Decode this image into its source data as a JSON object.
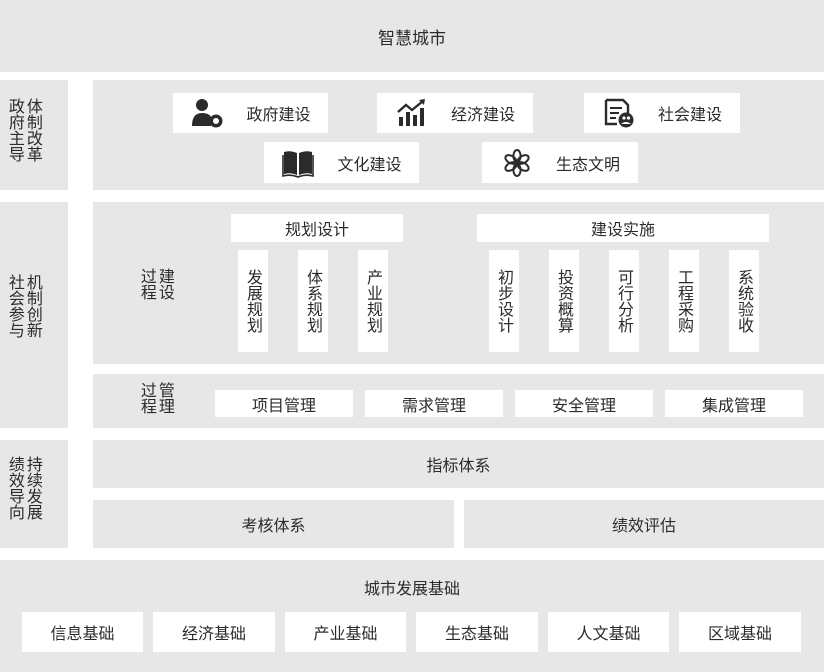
{
  "title": "智慧城市",
  "row1": {
    "side_label": "体制改革政府主导",
    "cards": [
      {
        "label": "政府建设",
        "icon": "government-person-icon"
      },
      {
        "label": "经济建设",
        "icon": "growth-chart-icon"
      },
      {
        "label": "社会建设",
        "icon": "community-document-icon"
      },
      {
        "label": "文化建设",
        "icon": "open-book-icon"
      },
      {
        "label": "生态文明",
        "icon": "ecology-flower-icon"
      }
    ]
  },
  "row2": {
    "side_label": "机制创新社会参与",
    "build_process_label": "建设过程",
    "planning": {
      "header": "规划设计",
      "items": [
        "发展规划",
        "体系规划",
        "产业规划"
      ]
    },
    "implementation": {
      "header": "建设实施",
      "items": [
        "初步设计",
        "投资概算",
        "可行分析",
        "工程采购",
        "系统验收"
      ]
    },
    "manage_process_label": "管理过程",
    "management": [
      "项目管理",
      "需求管理",
      "安全管理",
      "集成管理"
    ]
  },
  "row3": {
    "side_label": "持续发展绩效导向",
    "indicator": "指标体系",
    "assessment": "考核体系",
    "evaluation": "绩效评估"
  },
  "foundation": {
    "title": "城市发展基础",
    "items": [
      "信息基础",
      "经济基础",
      "产业基础",
      "生态基础",
      "人文基础",
      "区域基础"
    ]
  },
  "colors": {
    "band": "#e7e7e7",
    "text": "#2b2b2b",
    "icon": "#2b2b2b"
  }
}
